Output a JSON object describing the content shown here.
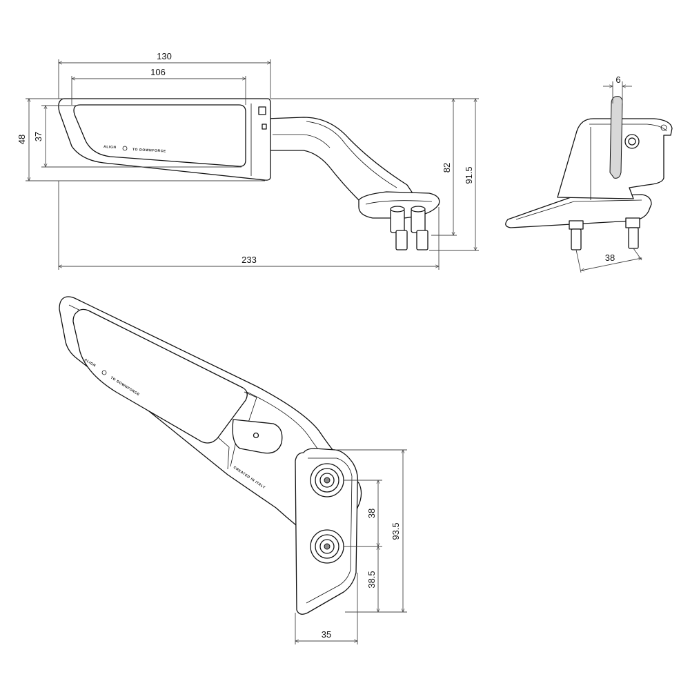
{
  "dimensions": {
    "side_width_total": "130",
    "side_width_inner": "106",
    "side_height_outer": "48",
    "side_height_inner": "37",
    "side_height_82": "82",
    "side_height_915": "91.5",
    "side_length_total": "233",
    "end_thickness": "6",
    "end_stud_spacing": "38",
    "top_hole_spacing": "38",
    "top_hole_offset": "38.5",
    "top_base_height": "93.5",
    "top_base_width": "35"
  },
  "labels": {
    "align_left": "ALIGN",
    "align_right": "TO DOWNFORCE",
    "made_in": "CREATED IN ITALY"
  }
}
